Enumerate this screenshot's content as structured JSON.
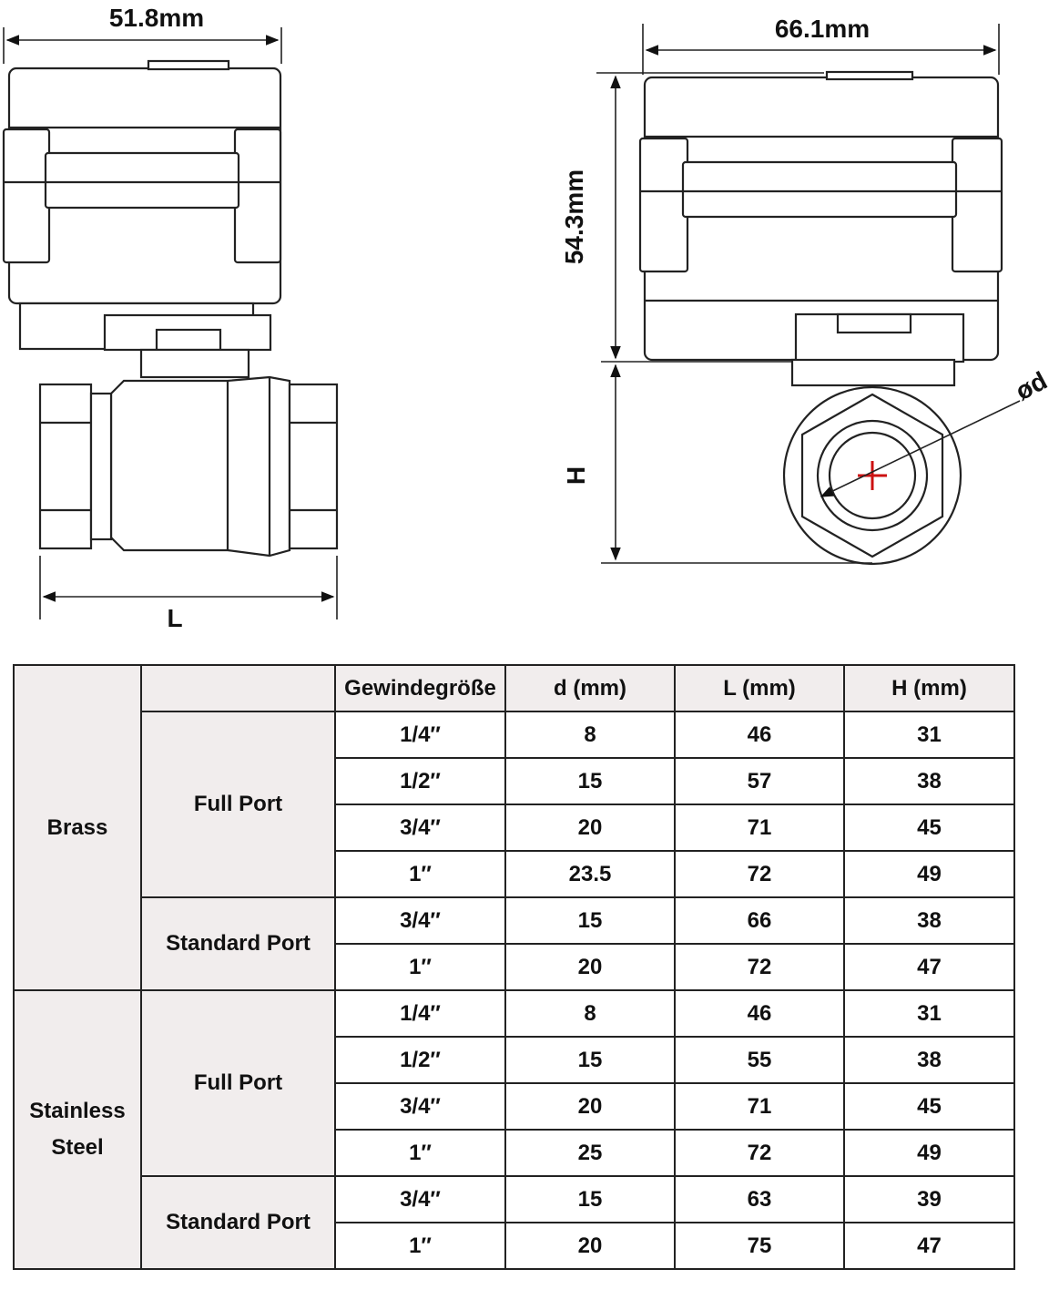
{
  "dimensions": {
    "side_width": "51.8mm",
    "front_width": "66.1mm",
    "actuator_height": "54.3mm",
    "height_symbol": "H",
    "length_symbol": "L",
    "diameter_symbol": "ød"
  },
  "table": {
    "headers": [
      "Gewindegröße",
      "d (mm)",
      "L (mm)",
      "H (mm)"
    ],
    "groups": [
      {
        "material": "Brass",
        "ports": [
          {
            "port": "Full Port",
            "rows": [
              {
                "size": "1/4″",
                "d": "8",
                "L": "46",
                "H": "31"
              },
              {
                "size": "1/2″",
                "d": "15",
                "L": "57",
                "H": "38"
              },
              {
                "size": "3/4″",
                "d": "20",
                "L": "71",
                "H": "45"
              },
              {
                "size": "1″",
                "d": "23.5",
                "L": "72",
                "H": "49"
              }
            ]
          },
          {
            "port": "Standard Port",
            "rows": [
              {
                "size": "3/4″",
                "d": "15",
                "L": "66",
                "H": "38"
              },
              {
                "size": "1″",
                "d": "20",
                "L": "72",
                "H": "47"
              }
            ]
          }
        ]
      },
      {
        "material": "Stainless Steel",
        "ports": [
          {
            "port": "Full Port",
            "rows": [
              {
                "size": "1/4″",
                "d": "8",
                "L": "46",
                "H": "31"
              },
              {
                "size": "1/2″",
                "d": "15",
                "L": "55",
                "H": "38"
              },
              {
                "size": "3/4″",
                "d": "20",
                "L": "71",
                "H": "45"
              },
              {
                "size": "1″",
                "d": "25",
                "L": "72",
                "H": "49"
              }
            ]
          },
          {
            "port": "Standard Port",
            "rows": [
              {
                "size": "3/4″",
                "d": "15",
                "L": "63",
                "H": "39"
              },
              {
                "size": "1″",
                "d": "20",
                "L": "75",
                "H": "47"
              }
            ]
          }
        ]
      }
    ]
  },
  "colors": {
    "header_fill": "#f1eded",
    "center_mark": "#cc1111",
    "line": "#222222"
  }
}
